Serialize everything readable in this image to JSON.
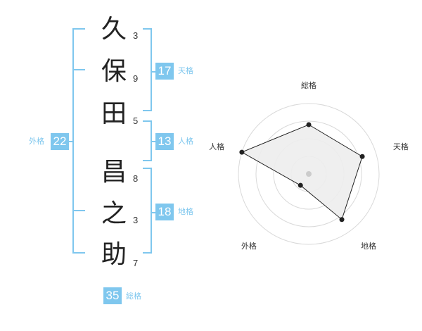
{
  "name": {
    "characters": [
      "久",
      "保",
      "田",
      "昌",
      "之",
      "助"
    ],
    "strokes": [
      "3",
      "9",
      "5",
      "8",
      "3",
      "7"
    ]
  },
  "fortune": {
    "tenkaku": {
      "value": "17",
      "label": "天格"
    },
    "jinkaku": {
      "value": "13",
      "label": "人格"
    },
    "chikaku": {
      "value": "18",
      "label": "地格"
    },
    "gaikaku": {
      "value": "22",
      "label": "外格"
    },
    "soukaku": {
      "value": "35",
      "label": "総格"
    }
  },
  "radar": {
    "axes": [
      "総格",
      "天格",
      "地格",
      "外格",
      "人格"
    ],
    "values": [
      0.7,
      0.8,
      0.8,
      0.2,
      1.0
    ],
    "max": 1.0,
    "rings": 4,
    "colors": {
      "fill": "#ededed",
      "stroke": "#222222",
      "ring": "#d9d9d9",
      "center": "#cccccc",
      "accent": "#7fc7ee"
    }
  }
}
